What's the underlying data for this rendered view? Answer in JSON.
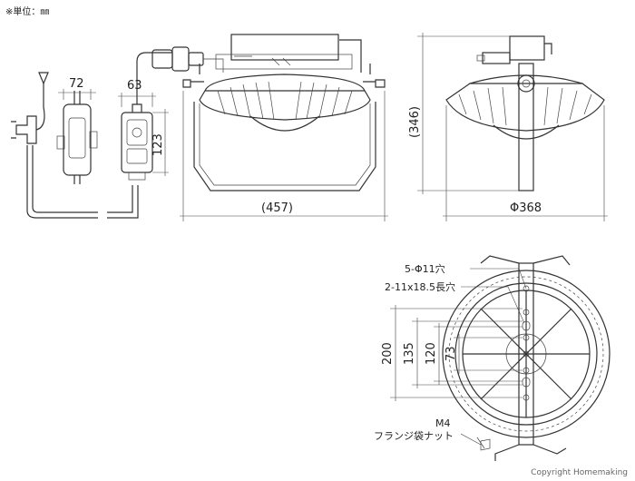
{
  "header": {
    "unit_note": "※単位：㎜"
  },
  "dimensions": {
    "ctrl_width": "72",
    "box_width": "63",
    "box_height": "123",
    "total_width": "(457)",
    "total_height": "(346)",
    "diameter": "Φ368",
    "bracket_200": "200",
    "bracket_135": "135",
    "bracket_120": "120",
    "bracket_73": "73"
  },
  "annotations": {
    "holes_round": "5-Φ11穴",
    "holes_slot": "2-11x18.5長穴",
    "bolt": "M4",
    "nut": "フランジ袋ナット"
  },
  "footer": {
    "copyright": "Copyright Homemaking"
  }
}
